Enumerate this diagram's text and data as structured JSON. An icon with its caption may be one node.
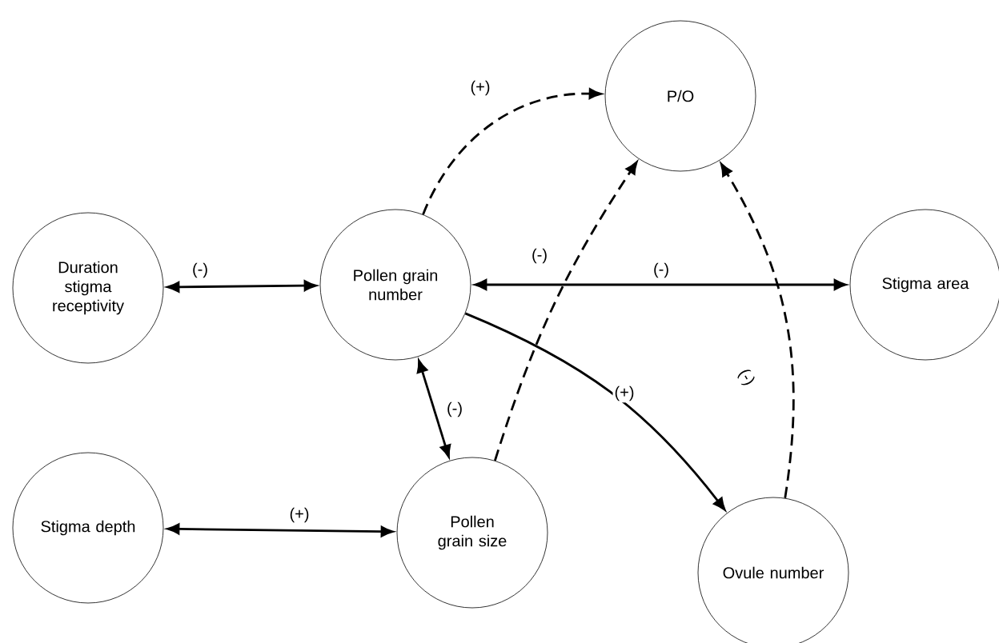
{
  "diagram": {
    "nodes": [
      {
        "text": [
          "P/O"
        ]
      },
      {
        "text": [
          "Duration stigma receptivity"
        ]
      },
      {
        "text": [
          "Pollen grain number"
        ]
      },
      {
        "text": [
          "Stigma area"
        ]
      },
      {
        "text": [
          "Stigma depth"
        ]
      },
      {
        "text": [
          "Pollen grain size"
        ]
      },
      {
        "text": [
          "Ovule number"
        ]
      }
    ],
    "edges": [
      {
        "from": 1,
        "to": 2,
        "arrow": "both",
        "label": "(-)"
      },
      {
        "from": 2,
        "to": 0,
        "arrow": "to",
        "label": "(+)",
        "style": "dashed"
      },
      {
        "from": 2,
        "to": 3,
        "arrow": "both",
        "label": "(-)"
      },
      {
        "from": 2,
        "to": 5,
        "arrow": "both",
        "label": "(-)"
      },
      {
        "from": 5,
        "to": 0,
        "arrow": "to",
        "label": "(-)",
        "style": "dashed"
      },
      {
        "from": 2,
        "to": 6,
        "arrow": "to",
        "label": "(+)"
      },
      {
        "from": 6,
        "to": 0,
        "arrow": "to",
        "label": "(-)",
        "style": "dashed"
      },
      {
        "from": 4,
        "to": 5,
        "arrow": "both",
        "label": "(+)"
      }
    ]
  }
}
